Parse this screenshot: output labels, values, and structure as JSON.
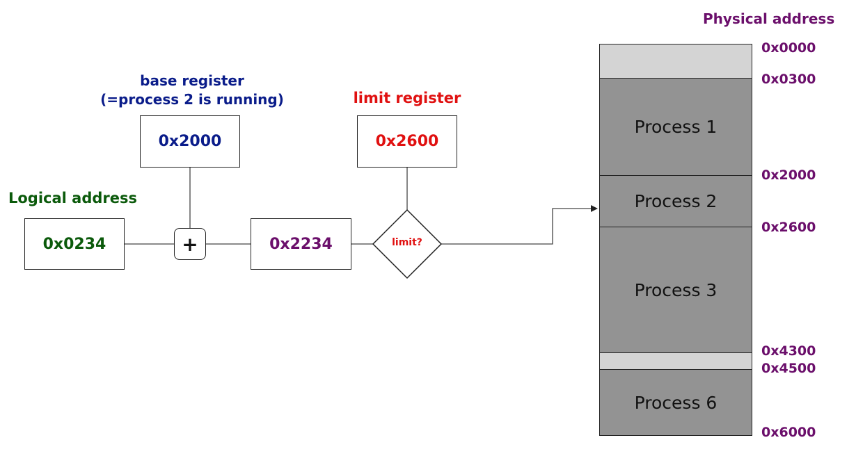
{
  "colors": {
    "logical": "#0b5a0b",
    "base": "#0a1c8a",
    "limit": "#e01010",
    "physical": "#6b0f6b",
    "process_fill": "#939393",
    "free_fill": "#d4d4d4"
  },
  "labels": {
    "logical_address": "Logical address",
    "base_register_line1": "base register",
    "base_register_line2": "(=process 2 is running)",
    "limit_register": "limit register",
    "physical_address": "Physical address"
  },
  "values": {
    "logical": "0x0234",
    "base": "0x2000",
    "limit": "0x2600",
    "sum": "0x2234",
    "limit_check": "limit?",
    "adder_symbol": "+"
  },
  "memory": {
    "segments": [
      {
        "label": "",
        "kind": "free"
      },
      {
        "label": "Process 1",
        "kind": "process"
      },
      {
        "label": "Process 2",
        "kind": "process"
      },
      {
        "label": "Process 3",
        "kind": "process"
      },
      {
        "label": "",
        "kind": "free"
      },
      {
        "label": "Process 6",
        "kind": "process"
      }
    ],
    "addresses": [
      "0x0000",
      "0x0300",
      "0x2000",
      "0x2600",
      "0x4300",
      "0x4500",
      "0x6000"
    ]
  }
}
